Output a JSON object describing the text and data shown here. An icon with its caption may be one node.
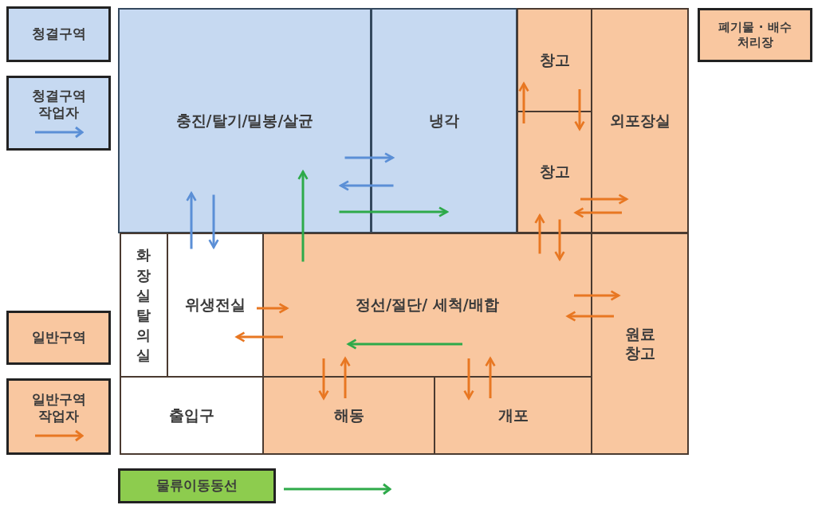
{
  "diagram": {
    "nodes": [
      {
        "text": [
          "충진/탈기/밀봉/살균"
        ]
      },
      {
        "text": [
          "냉각"
        ]
      },
      {
        "text": [
          "창고"
        ]
      },
      {
        "text": [
          "창고"
        ]
      },
      {
        "text": [
          "외포장실"
        ]
      },
      {
        "text": [
          "폐기물 · 배수 처리장"
        ]
      },
      {
        "text": [
          "화장실탈의실"
        ]
      },
      {
        "text": [
          "위생전실"
        ]
      },
      {
        "text": [
          "정선/절단/ 세척/배합"
        ]
      },
      {
        "text": [
          "원료 창고"
        ]
      },
      {
        "text": [
          "출입구"
        ]
      },
      {
        "text": [
          "해동"
        ]
      },
      {
        "text": [
          "개포"
        ]
      }
    ],
    "edges": [
      {
        "from": 7,
        "to": 0,
        "arrow": "to",
        "color": "#5b8fd6"
      },
      {
        "from": 0,
        "to": 7,
        "arrow": "to",
        "color": "#5b8fd6"
      },
      {
        "from": 0,
        "to": 1,
        "arrow": "to",
        "color": "#5b8fd6"
      },
      {
        "from": 1,
        "to": 0,
        "arrow": "to",
        "color": "#5b8fd6"
      },
      {
        "from": 8,
        "to": 0,
        "arrow": "to",
        "color": "#2eaa4a"
      },
      {
        "from": 0,
        "to": 1,
        "arrow": "to",
        "color": "#2eaa4a"
      },
      {
        "from": 3,
        "to": 2,
        "arrow": "to"
      },
      {
        "from": 2,
        "to": 3,
        "arrow": "to"
      },
      {
        "from": 3,
        "to": 4,
        "arrow": "to"
      },
      {
        "from": 4,
        "to": 3,
        "arrow": "to"
      },
      {
        "from": 8,
        "to": 3,
        "arrow": "to"
      },
      {
        "from": 3,
        "to": 8,
        "arrow": "to"
      },
      {
        "from": 8,
        "to": 9,
        "arrow": "to"
      },
      {
        "from": 9,
        "to": 8,
        "arrow": "to"
      },
      {
        "from": 7,
        "to": 8,
        "arrow": "to"
      },
      {
        "from": 8,
        "to": 7,
        "arrow": "to"
      },
      {
        "from": 8,
        "to": 11,
        "arrow": "to"
      },
      {
        "from": 11,
        "to": 8,
        "arrow": "to"
      },
      {
        "from": 8,
        "to": 12,
        "arrow": "to"
      },
      {
        "from": 12,
        "to": 8,
        "arrow": "to"
      }
    ],
    "legend": [
      {
        "text": "청결구역",
        "color": "#c6d9f1"
      },
      {
        "text": "청결구역 작업자",
        "color": "#c6d9f1"
      },
      {
        "text": "일반구역",
        "color": "#f9c7a0"
      },
      {
        "text": "일반구역 작업자",
        "color": "#f9c7a0"
      },
      {
        "text": "물류이동동선",
        "color": "#8dcc4e"
      }
    ]
  }
}
